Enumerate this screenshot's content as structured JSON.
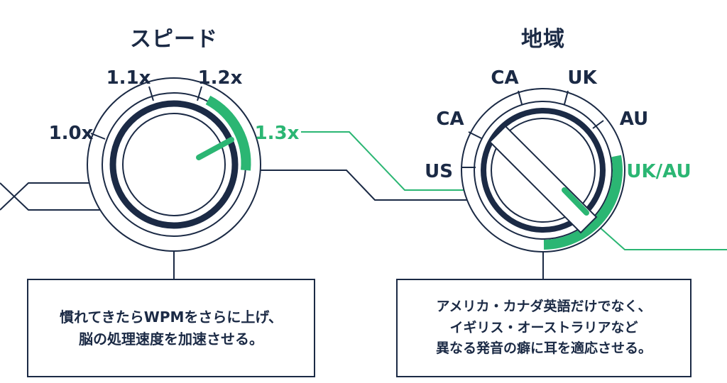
{
  "speed": {
    "title": "スピード",
    "labels": {
      "s10": "1.0x",
      "s11": "1.1x",
      "s12": "1.2x",
      "s13": "1.3x"
    },
    "selected": "1.3x",
    "caption": [
      "慣れてきたらWPMをさらに上げ、",
      "脳の処理速度を加速させる。"
    ]
  },
  "region": {
    "title": "地域",
    "labels": {
      "us": "US",
      "ca1": "CA",
      "ca2": "CA",
      "uk": "UK",
      "au": "AU",
      "ukau": "UK/AU"
    },
    "selected": "UK/AU",
    "caption": [
      "アメリカ・カナダ英語だけでなく、",
      "イギリス・オーストラリアなど",
      "異なる発音の癖に耳を適応させる。"
    ]
  },
  "colors": {
    "navy": "#1b2a45",
    "green": "#2bb673",
    "line": "#1b2a45"
  }
}
